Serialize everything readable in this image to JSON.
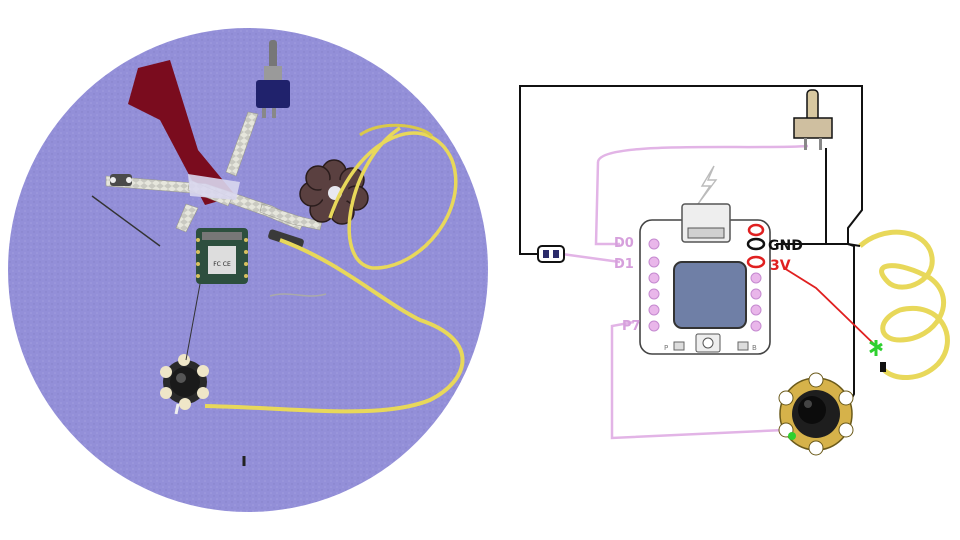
{
  "board": {
    "pin_labels": {
      "d0": "D0",
      "d1": "D1",
      "p7": "P7",
      "gnd": "GND",
      "v3": "3V"
    },
    "silk_text": {
      "left": "P",
      "right": "B"
    }
  },
  "photo": {
    "chip_text": "FC CE"
  },
  "colors": {
    "felt": "#938fd8",
    "black_wire": "#111111",
    "pink_wire": "#e2b4e6",
    "red_wire": "#e02020",
    "yellow_wire": "#e8d85a",
    "board_green": "#2d4f3e",
    "led_green": "#2fd02f",
    "screen": "#6f7fa6",
    "pad_pink": "#e9b6ea"
  },
  "icons": {
    "usb": "usb-connector-icon",
    "lightning": "lightning-bolt-icon",
    "switch": "toggle-switch-icon",
    "joystick": "thumb-joystick-icon",
    "sensor": "light-sensor-icon"
  }
}
